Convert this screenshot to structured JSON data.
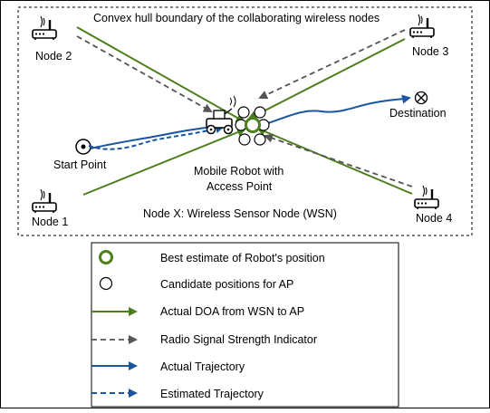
{
  "diagram": {
    "hull_label": "Convex hull boundary of the collaborating wireless nodes",
    "nodes": {
      "node1": "Node 1",
      "node2": "Node 2",
      "node3": "Node 3",
      "node4": "Node 4"
    },
    "start_label": "Start Point",
    "destination_label": "Destination",
    "robot_label_line1": "Mobile Robot with",
    "robot_label_line2": "Access Point",
    "wsn_label": "Node X: Wireless Sensor Node (WSN)"
  },
  "legend": {
    "items": [
      {
        "label": "Best estimate of Robot's position",
        "symbol": "green-circle-icon"
      },
      {
        "label": "Candidate positions for AP",
        "symbol": "white-circle-icon"
      },
      {
        "label": "Actual DOA from WSN to AP",
        "symbol": "green-arrow-icon"
      },
      {
        "label": "Radio Signal Strength Indicator",
        "symbol": "gray-dashed-arrow-icon"
      },
      {
        "label": "Actual Trajectory",
        "symbol": "blue-arrow-icon"
      },
      {
        "label": "Estimated Trajectory",
        "symbol": "blue-dashed-arrow-icon"
      }
    ]
  },
  "colors": {
    "doa_green": "#4d7f1d",
    "rssi_gray": "#555555",
    "trajectory_blue": "#1a55a0",
    "best_estimate_green": "#4d7f1d"
  }
}
